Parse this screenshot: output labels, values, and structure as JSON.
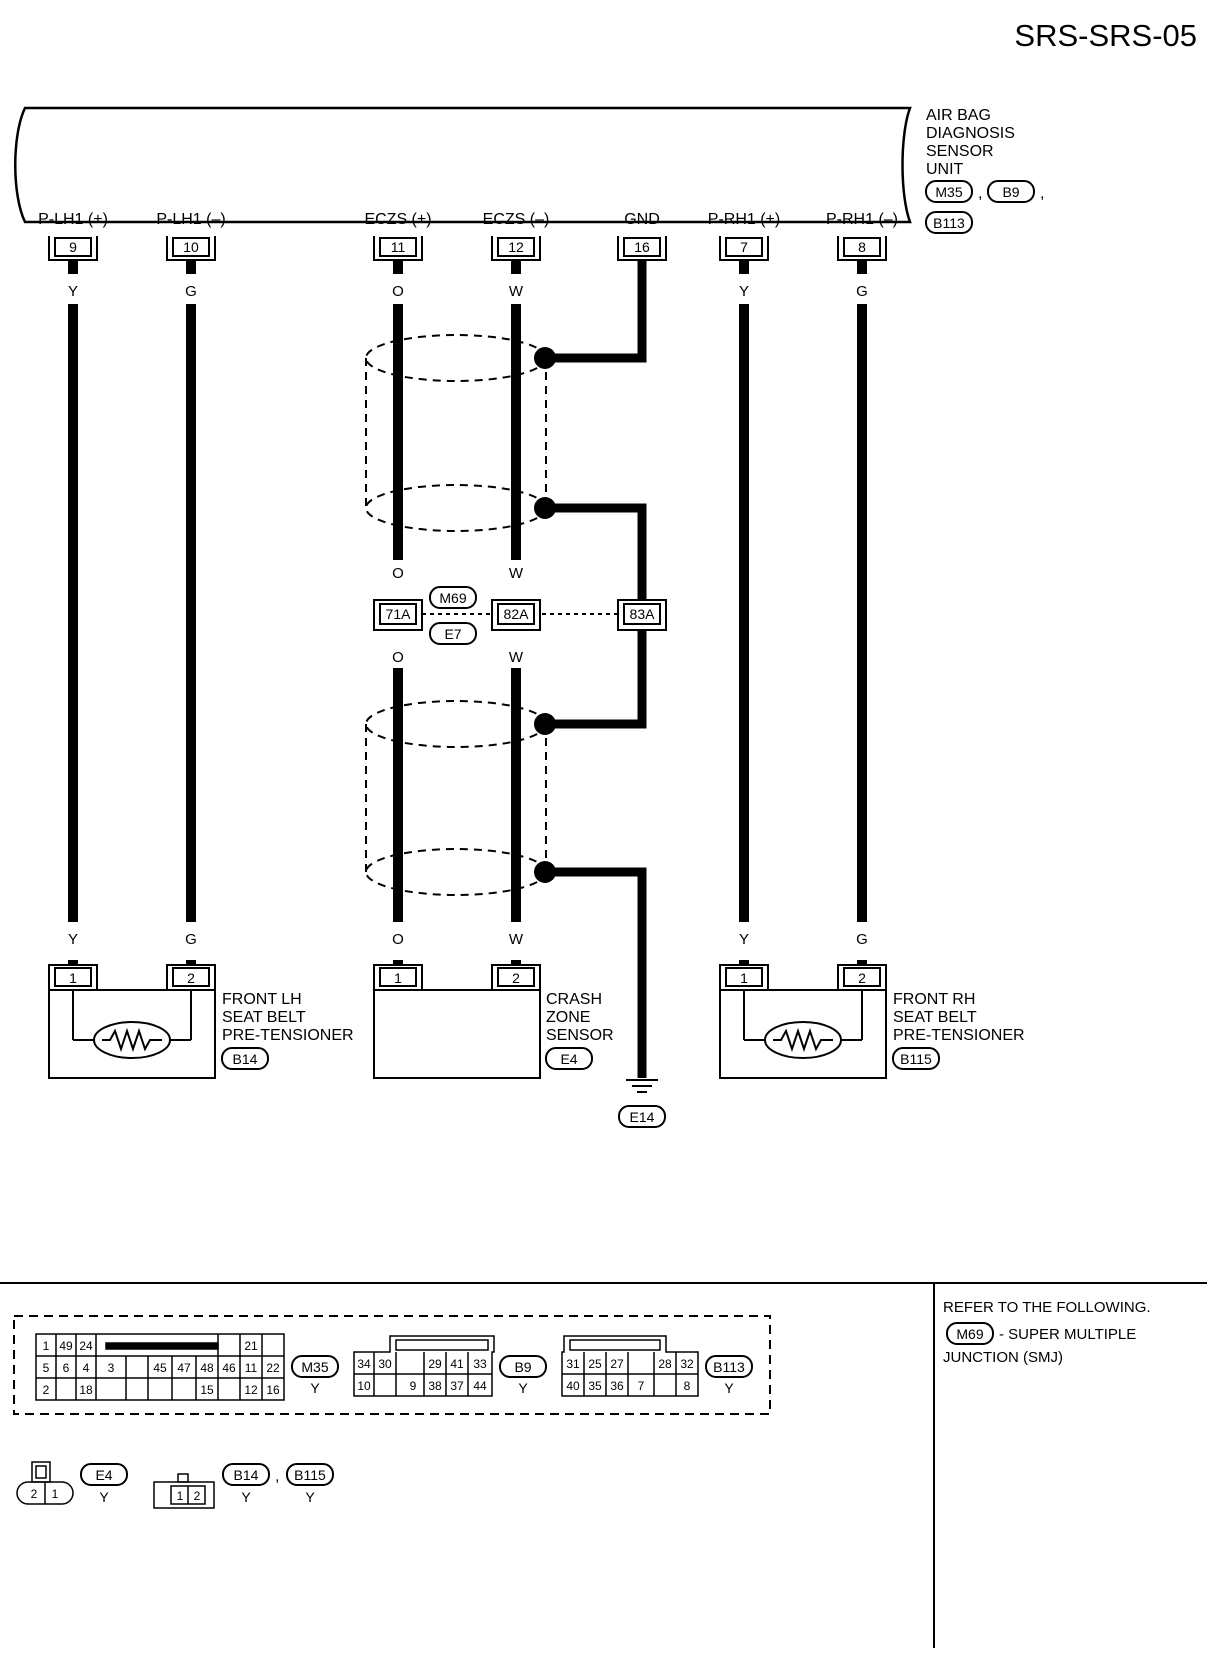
{
  "page_id": "SRS-SRS-05",
  "unit": {
    "label_lines": [
      "AIR BAG",
      "DIAGNOSIS",
      "SENSOR",
      "UNIT"
    ],
    "connector_tags": [
      "M35",
      "B9",
      "B113"
    ],
    "terminals": [
      {
        "name": "P-LH1 (+)",
        "pin": "9"
      },
      {
        "name": "P-LH1 (–)",
        "pin": "10"
      },
      {
        "name": "ECZS (+)",
        "pin": "11"
      },
      {
        "name": "ECZS (–)",
        "pin": "12"
      },
      {
        "name": "GND",
        "pin": "16"
      },
      {
        "name": "P-RH1 (+)",
        "pin": "7"
      },
      {
        "name": "P-RH1 (–)",
        "pin": "8"
      }
    ]
  },
  "wire_colors": {
    "y": "Y",
    "g": "G",
    "o": "O",
    "w": "W"
  },
  "junction": {
    "tags": [
      "M69",
      "E7"
    ],
    "pins": [
      "71A",
      "82A",
      "83A"
    ]
  },
  "components": [
    {
      "label_lines": [
        "FRONT LH",
        "SEAT BELT",
        "PRE-TENSIONER"
      ],
      "tag": "B14",
      "pins": [
        "1",
        "2"
      ]
    },
    {
      "label_lines": [
        "CRASH",
        "ZONE",
        "SENSOR"
      ],
      "tag": "E4",
      "pins": [
        "1",
        "2"
      ]
    },
    {
      "label_lines": [
        "FRONT RH",
        "SEAT BELT",
        "PRE-TENSIONER"
      ],
      "tag": "B115",
      "pins": [
        "1",
        "2"
      ]
    }
  ],
  "ground_tag": "E14",
  "connector_faces": {
    "m35": {
      "tag": "M35",
      "color": "Y",
      "top": [
        "1",
        "49",
        "24",
        "21"
      ],
      "bottom": [
        "5",
        "6",
        "4",
        "3",
        "45",
        "47",
        "48",
        "46",
        "11",
        "22"
      ],
      "third": [
        "2",
        "18",
        "15",
        "12",
        "16"
      ]
    },
    "b9": {
      "tag": "B9",
      "color": "Y",
      "top": [
        "34",
        "30",
        "29",
        "41",
        "33"
      ],
      "bottom": [
        "10",
        "9",
        "38",
        "37",
        "44"
      ]
    },
    "b113": {
      "tag": "B113",
      "color": "Y",
      "top": [
        "31",
        "25",
        "27",
        "28",
        "32"
      ],
      "bottom": [
        "40",
        "35",
        "36",
        "7",
        "8"
      ]
    },
    "e4": {
      "tag": "E4",
      "color": "Y",
      "pins": [
        "2",
        "1"
      ]
    },
    "b14_b115": {
      "tags": [
        "B14",
        "B115"
      ],
      "colors": [
        "Y",
        "Y"
      ],
      "pins": [
        "1",
        "2"
      ]
    }
  },
  "note": {
    "header": "REFER TO THE FOLLOWING.",
    "tag": "M69",
    "text_1": "- SUPER MULTIPLE",
    "text_2": "JUNCTION (SMJ)"
  }
}
